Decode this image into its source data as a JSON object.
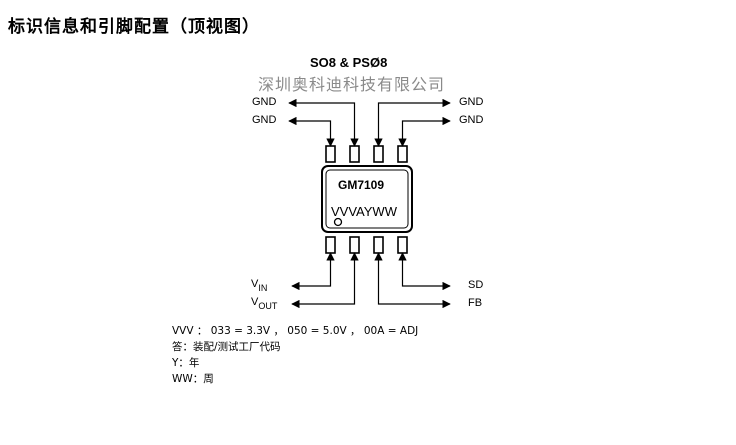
{
  "title": "标识信息和引脚配置（顶视图）",
  "package_label": "SO8 & PSØ8",
  "company_watermark": "深圳奥科迪科技有限公司",
  "chip": {
    "part_number": "GM7109",
    "marking": "VVVAYWW"
  },
  "pins": {
    "top_left_1": "GND",
    "top_left_2": "GND",
    "top_right_1": "GND",
    "top_right_2": "GND",
    "bottom_left_1_main": "V",
    "bottom_left_1_sub": "IN",
    "bottom_left_2_main": "V",
    "bottom_left_2_sub": "OUT",
    "bottom_right_1": "SD",
    "bottom_right_2": "FB"
  },
  "notes": [
    "VVV ： 033 = 3.3V ， 050 = 5.0V ， 00A = ADJ",
    "答：装配/测试工厂代码",
    "Y：年",
    "WW：周"
  ]
}
